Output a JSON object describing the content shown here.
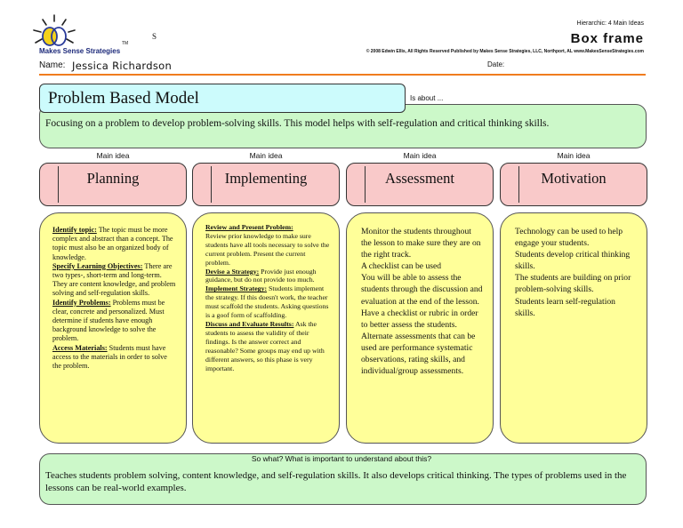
{
  "header": {
    "logo_text": "Makes Sense Strategies",
    "tm": "TM",
    "s_mark": "S",
    "hierarchic": "Hierarchic: 4 Main Ideas",
    "frame_title": "Box frame",
    "copyright": "© 2008 Edwin Ellis, All Rights Reserved   Published by Makes Sense Strategies, LLC, Northport, AL   www.MakesSenseStrategies.com",
    "name_label": "Name:",
    "name_value": "Jessica Richardson",
    "date_label": "Date:"
  },
  "topic": {
    "title": "Problem Based Model",
    "is_about_label": "Is about ...",
    "is_about_text": "Focusing on a problem to develop problem-solving skills. This model helps with self-regulation and critical thinking skills."
  },
  "columns": [
    {
      "label": "Main idea",
      "title": "Planning",
      "blocks": [
        {
          "heading": "Identify topic:",
          "text": " The topic must be more complex and abstract than a concept. The topic must also be an organized body of knowledge."
        },
        {
          "heading": "Specify Learning Objectives:",
          "text": " There are two types-, short-term and long-term. They are content knowledge, and problem solving and self-regulation skills."
        },
        {
          "heading": "Identify Problems:",
          "text": " Problems must be clear, concrete and personalized. Must determine if students have enough background knowledge to solve the problem."
        },
        {
          "heading": "Access Materials:",
          "text": " Students must have access to the materials in order to solve the problem."
        }
      ]
    },
    {
      "label": "Main idea",
      "title": "Implementing",
      "blocks": [
        {
          "heading": "Review and Present Problem:",
          "text": " Review prior knowledge to make sure students have all tools necessary to solve the current problem. Present the current problem."
        },
        {
          "heading": "Devise a Strategy:",
          "text": " Provide just enough guidance, but do not provide too much."
        },
        {
          "heading": "Implement Strategy:",
          "text": " Students implement the strategy. If this doesn't work, the teacher must scaffold the students. Asking questions is a goof form of scaffolding."
        },
        {
          "heading": "Discuss and Evaluate Results:",
          "text": " Ask the students to assess the validity of their findings. Is the answer correct and reasonable?  Some groups may end up with different answers, so this phase is very important."
        }
      ]
    },
    {
      "label": "Main idea",
      "title": "Assessment",
      "lines": [
        "Monitor the students throughout the lesson to make sure they are on the right track.",
        "A checklist can be used",
        "You will be able to assess the students through the discussion and evaluation at the end of the lesson.",
        "Have a checklist or rubric in order to better assess the students.",
        "Alternate assessments that can be used are performance systematic observations, rating skills, and individual/group assessments."
      ]
    },
    {
      "label": "Main idea",
      "title": "Motivation",
      "lines": [
        "Technology can be used to help engage your students.",
        "Students develop critical thinking skills.",
        "The students are building on prior problem-solving skills.",
        "Students learn self-regulation skills."
      ]
    }
  ],
  "so_what": {
    "label": "So what? What is important to understand about this?",
    "text": "Teaches students problem solving, content knowledge, and self-regulation skills. It also develops critical thinking. The types of problems used in the lessons can be real-world examples."
  },
  "colors": {
    "topic_box": "#ccfbfc",
    "about_box": "#ccf8c9",
    "head_box": "#f9c9c9",
    "body_box": "#ffff99",
    "rule": "#f07c1e"
  }
}
